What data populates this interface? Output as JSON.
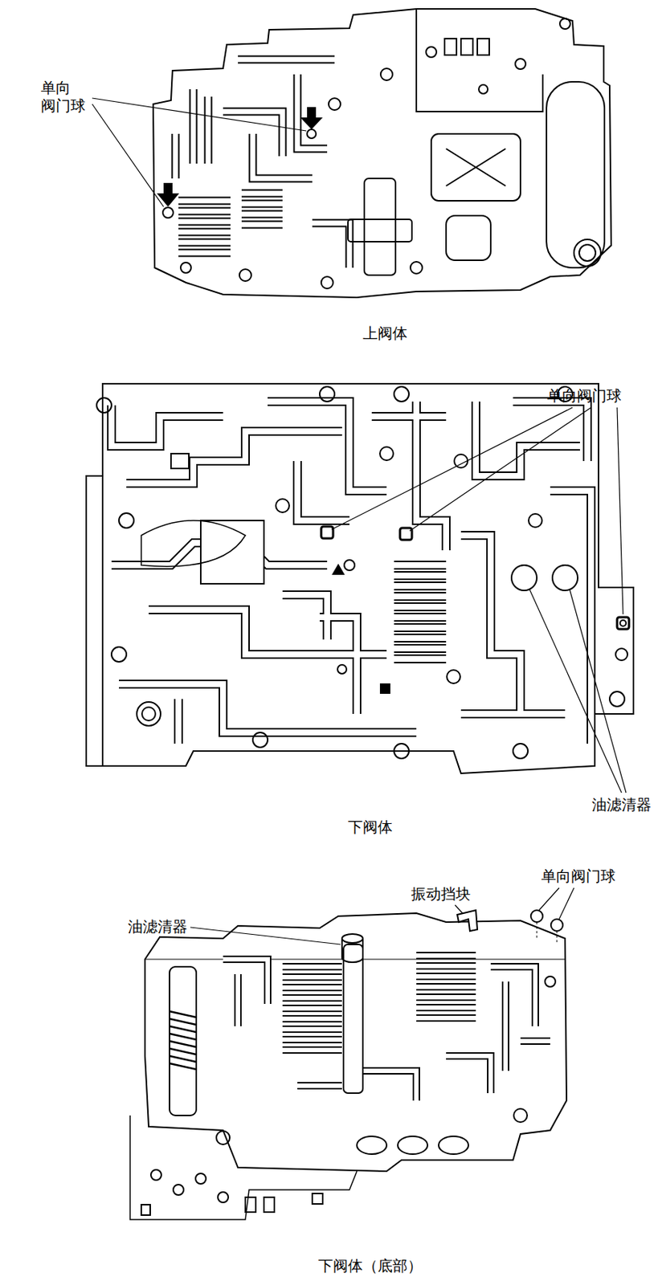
{
  "diagram": {
    "labels": [
      "单向 阀门球",
      "上阀体",
      "单向阀门球",
      "油滤清器",
      "下阀体",
      "油滤清器",
      "振动挡块",
      "单向阀门球",
      "下阀体（底部）"
    ]
  }
}
